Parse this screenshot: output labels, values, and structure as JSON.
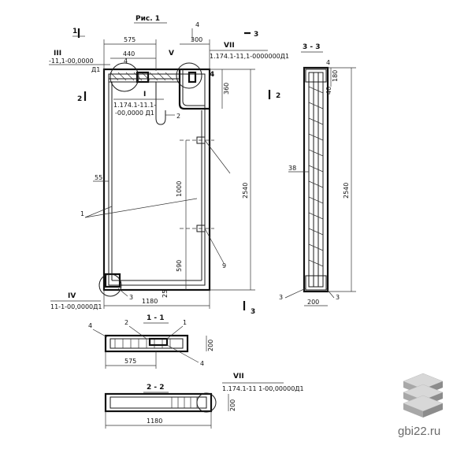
{
  "figure": {
    "title": "Рис. 1"
  },
  "elevation": {
    "dim_top_575": "575",
    "dim_top_440": "440",
    "dim_top_300": "300",
    "dim_360": "360",
    "dim_1000": "1000",
    "dim_590": "590",
    "dim_2540": "2540",
    "dim_55": "55",
    "dim_25": "25",
    "dim_1180": "1180",
    "section_1": "1",
    "section_2": "2",
    "section_3": "3",
    "node_I": "I",
    "node_III": "III",
    "node_IV": "IV",
    "node_V": "V",
    "node_VII": "VII",
    "ref_III": "-11,1-00,0000",
    "ref_III_suffix": "Д1",
    "ref_I": "1.174.1-11.1-",
    "ref_I_2": "-00,0000 Д1",
    "ref_VII": "1.174.1-11,1-0000000Д1",
    "ref_IV": "11-1-00,0000Д1",
    "pos_1": "1",
    "pos_2": "2",
    "pos_3": "3",
    "pos_4": "4",
    "pos_4b": "4",
    "pos_9": "9"
  },
  "section_3_3": {
    "label": "3 - 3",
    "dim_180": "180",
    "dim_40": "40",
    "dim_2540": "2540",
    "dim_200": "200",
    "pos_38": "38",
    "pos_3_left": "3",
    "pos_3_right": "3",
    "pos_4": "4"
  },
  "section_1_1": {
    "label": "1 - 1",
    "dim_575": "575",
    "dim_200": "200",
    "pos_1": "1",
    "pos_2": "2",
    "pos_4_left": "4",
    "pos_4_right": "4"
  },
  "section_2_2": {
    "label": "2 - 2",
    "dim_1180": "1180",
    "dim_200": "200",
    "node_VII": "VII",
    "ref_VII": "1.174.1-11 1-00,00000Д1"
  },
  "watermark": {
    "site": "gbi22.ru"
  }
}
